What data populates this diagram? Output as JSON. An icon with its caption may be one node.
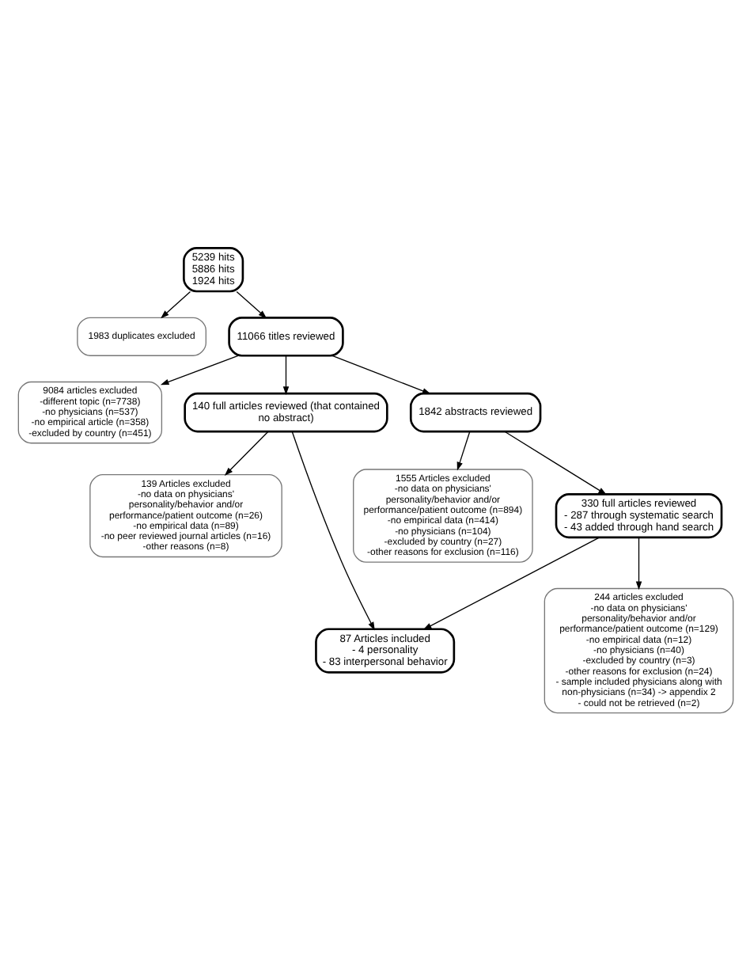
{
  "diagram": {
    "nodes": [
      {
        "text": [
          "5239 hits",
          "5886 hits",
          "1924 hits"
        ]
      },
      {
        "text": [
          "1983 duplicates excluded"
        ]
      },
      {
        "text": [
          "11066 titles reviewed"
        ]
      },
      {
        "text": [
          "9084 articles excluded",
          "-different topic (n=7738)",
          "-no physicians (n=537)",
          "-no empirical article (n=358)",
          "-excluded by country (n=451)"
        ]
      },
      {
        "text": [
          "140 full articles reviewed (that contained no abstract)"
        ]
      },
      {
        "text": [
          "1842 abstracts reviewed"
        ]
      },
      {
        "text": [
          "139 Articles excluded",
          "-no data on physicians' personality/behavior and/or performance/patient outcome (n=26)",
          "-no empirical data (n=89)",
          "-no peer reviewed journal articles (n=16)",
          "-other reasons (n=8)"
        ]
      },
      {
        "text": [
          "1555 Articles excluded",
          "-no data on physicians' personality/behavior and/or performance/patient outcome (n=894)",
          "-no empirical data (n=414)",
          "-no physicians (n=104)",
          "-excluded by country (n=27)",
          "-other reasons for exclusion (n=116)"
        ]
      },
      {
        "text": [
          "330 full articles reviewed",
          "- 287 through systematic search",
          "- 43 added through hand search"
        ]
      },
      {
        "text": [
          "244 articles excluded",
          "-no data on physicians' personality/behavior and/or performance/patient outcome (n=129)",
          "-no empirical data (n=12)",
          "-no physicians (n=40)",
          "-excluded by country (n=3)",
          "-other reasons for exclusion (n=24)",
          "- sample included physicians along with non-physicians (n=34) -> appendix 2",
          "- could not be retrieved (n=2)"
        ]
      },
      {
        "text": [
          "87 Articles included",
          "- 4 personality",
          "- 83 interpersonal behavior"
        ]
      }
    ],
    "edges": [
      {
        "from": 0,
        "to": 1,
        "arrow": "to"
      },
      {
        "from": 0,
        "to": 2,
        "arrow": "to"
      },
      {
        "from": 2,
        "to": 3,
        "arrow": "to"
      },
      {
        "from": 2,
        "to": 4,
        "arrow": "to"
      },
      {
        "from": 2,
        "to": 5,
        "arrow": "to"
      },
      {
        "from": 4,
        "to": 6,
        "arrow": "to"
      },
      {
        "from": 4,
        "to": 10,
        "arrow": "to"
      },
      {
        "from": 5,
        "to": 7,
        "arrow": "to"
      },
      {
        "from": 5,
        "to": 8,
        "arrow": "to"
      },
      {
        "from": 8,
        "to": 9,
        "arrow": "to"
      },
      {
        "from": 8,
        "to": 10,
        "arrow": "to"
      }
    ]
  }
}
